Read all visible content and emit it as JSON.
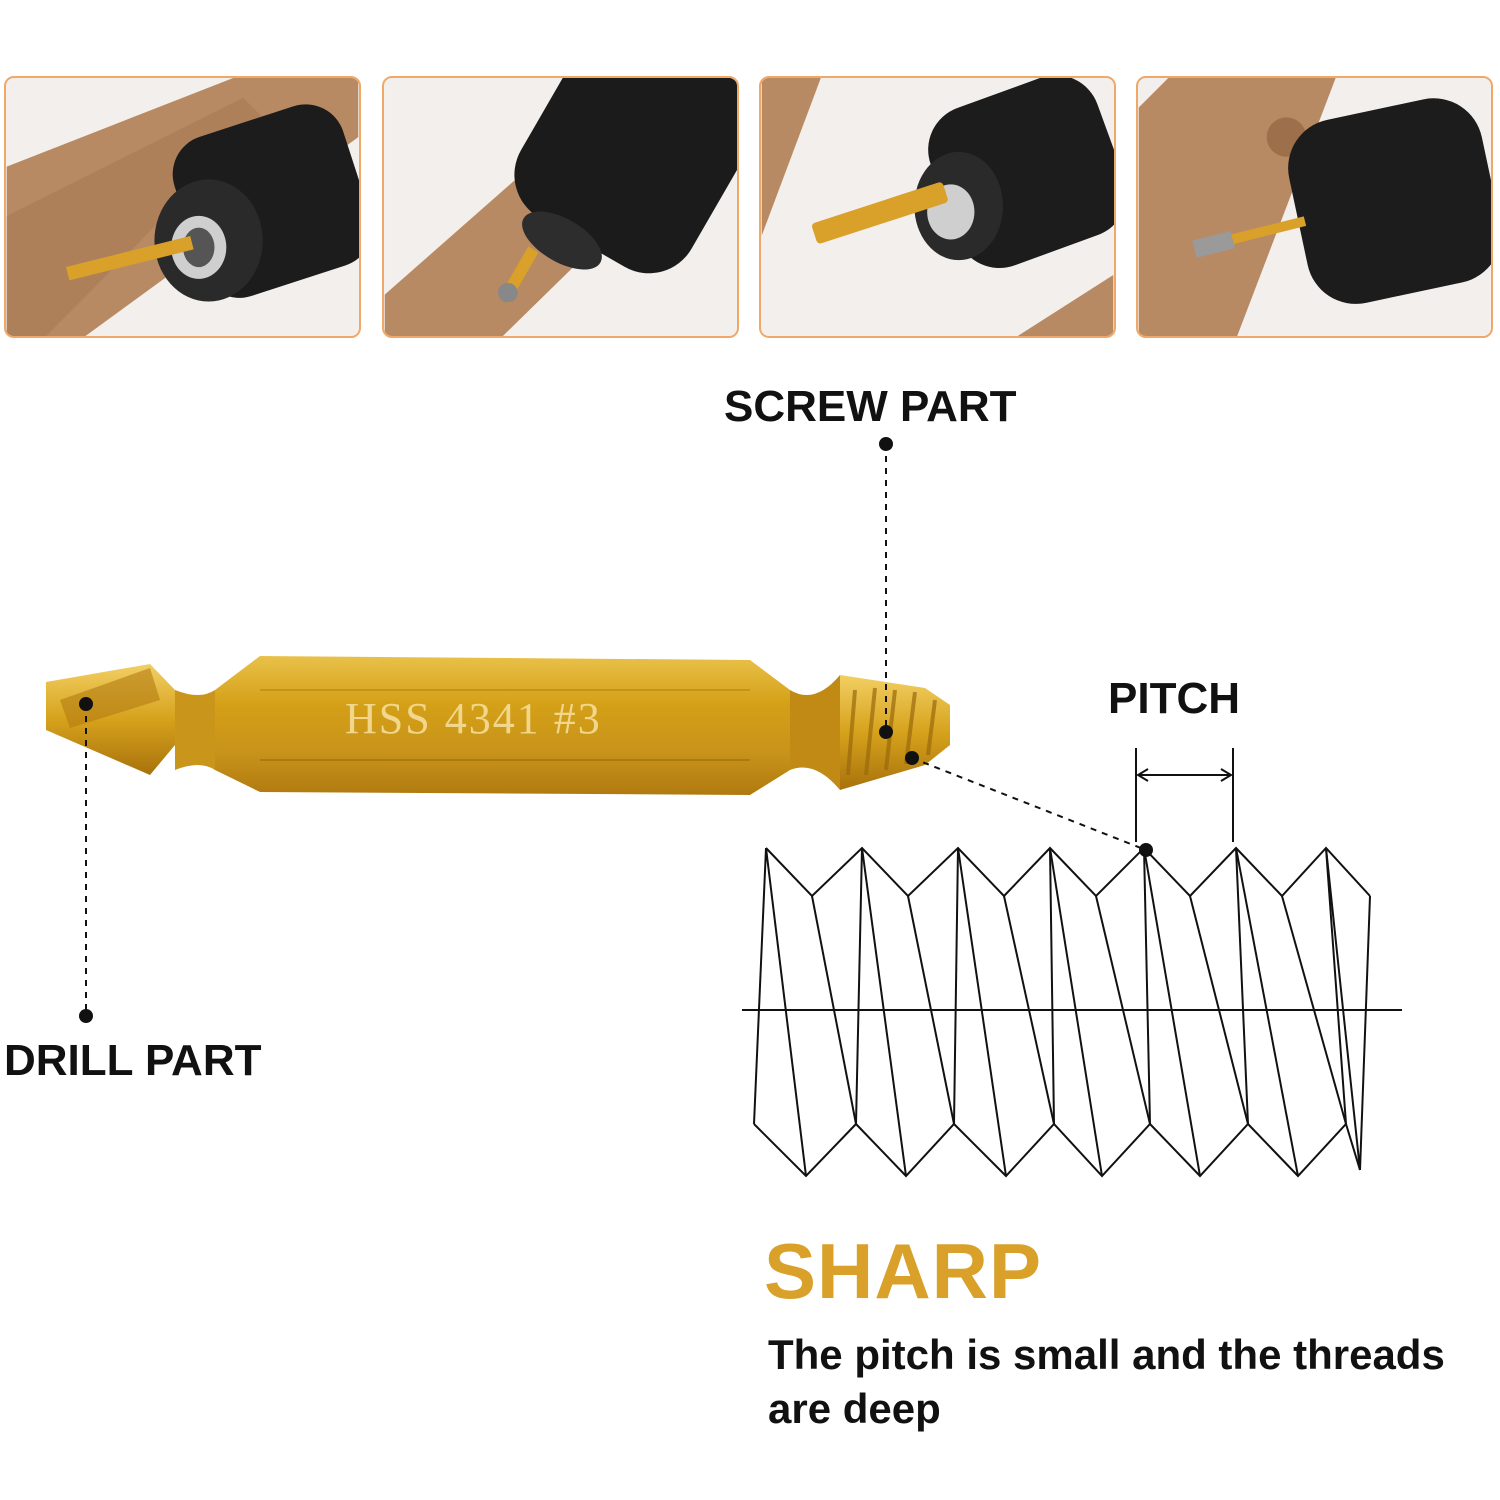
{
  "colors": {
    "panel_border": "#f0a868",
    "gold": "#d9a02a",
    "bit_gold": "#d4a017",
    "text": "#111111",
    "wood": "#b88a63",
    "drill_black": "#1a1a1a"
  },
  "photos": [
    {
      "name": "drill-into-wood",
      "icons": [
        "drill-chuck-icon",
        "wood-plank-icon",
        "drill-bit-icon"
      ]
    },
    {
      "name": "drill-into-screw",
      "icons": [
        "drill-chuck-icon",
        "wood-plank-icon",
        "drill-bit-icon"
      ]
    },
    {
      "name": "screw-extractor-bit",
      "icons": [
        "drill-chuck-icon",
        "wood-plank-icon",
        "extractor-bit-icon"
      ]
    },
    {
      "name": "extract-screw",
      "icons": [
        "drill-chuck-icon",
        "wood-plank-icon",
        "screw-icon"
      ]
    }
  ],
  "labels": {
    "screw_part": "SCREW PART",
    "pitch": "PITCH",
    "drill_part": "DRILL PART"
  },
  "bit": {
    "engraving": "HSS 4341 #3"
  },
  "feature": {
    "title": "SHARP",
    "description": "The pitch is small and the threads are deep"
  }
}
